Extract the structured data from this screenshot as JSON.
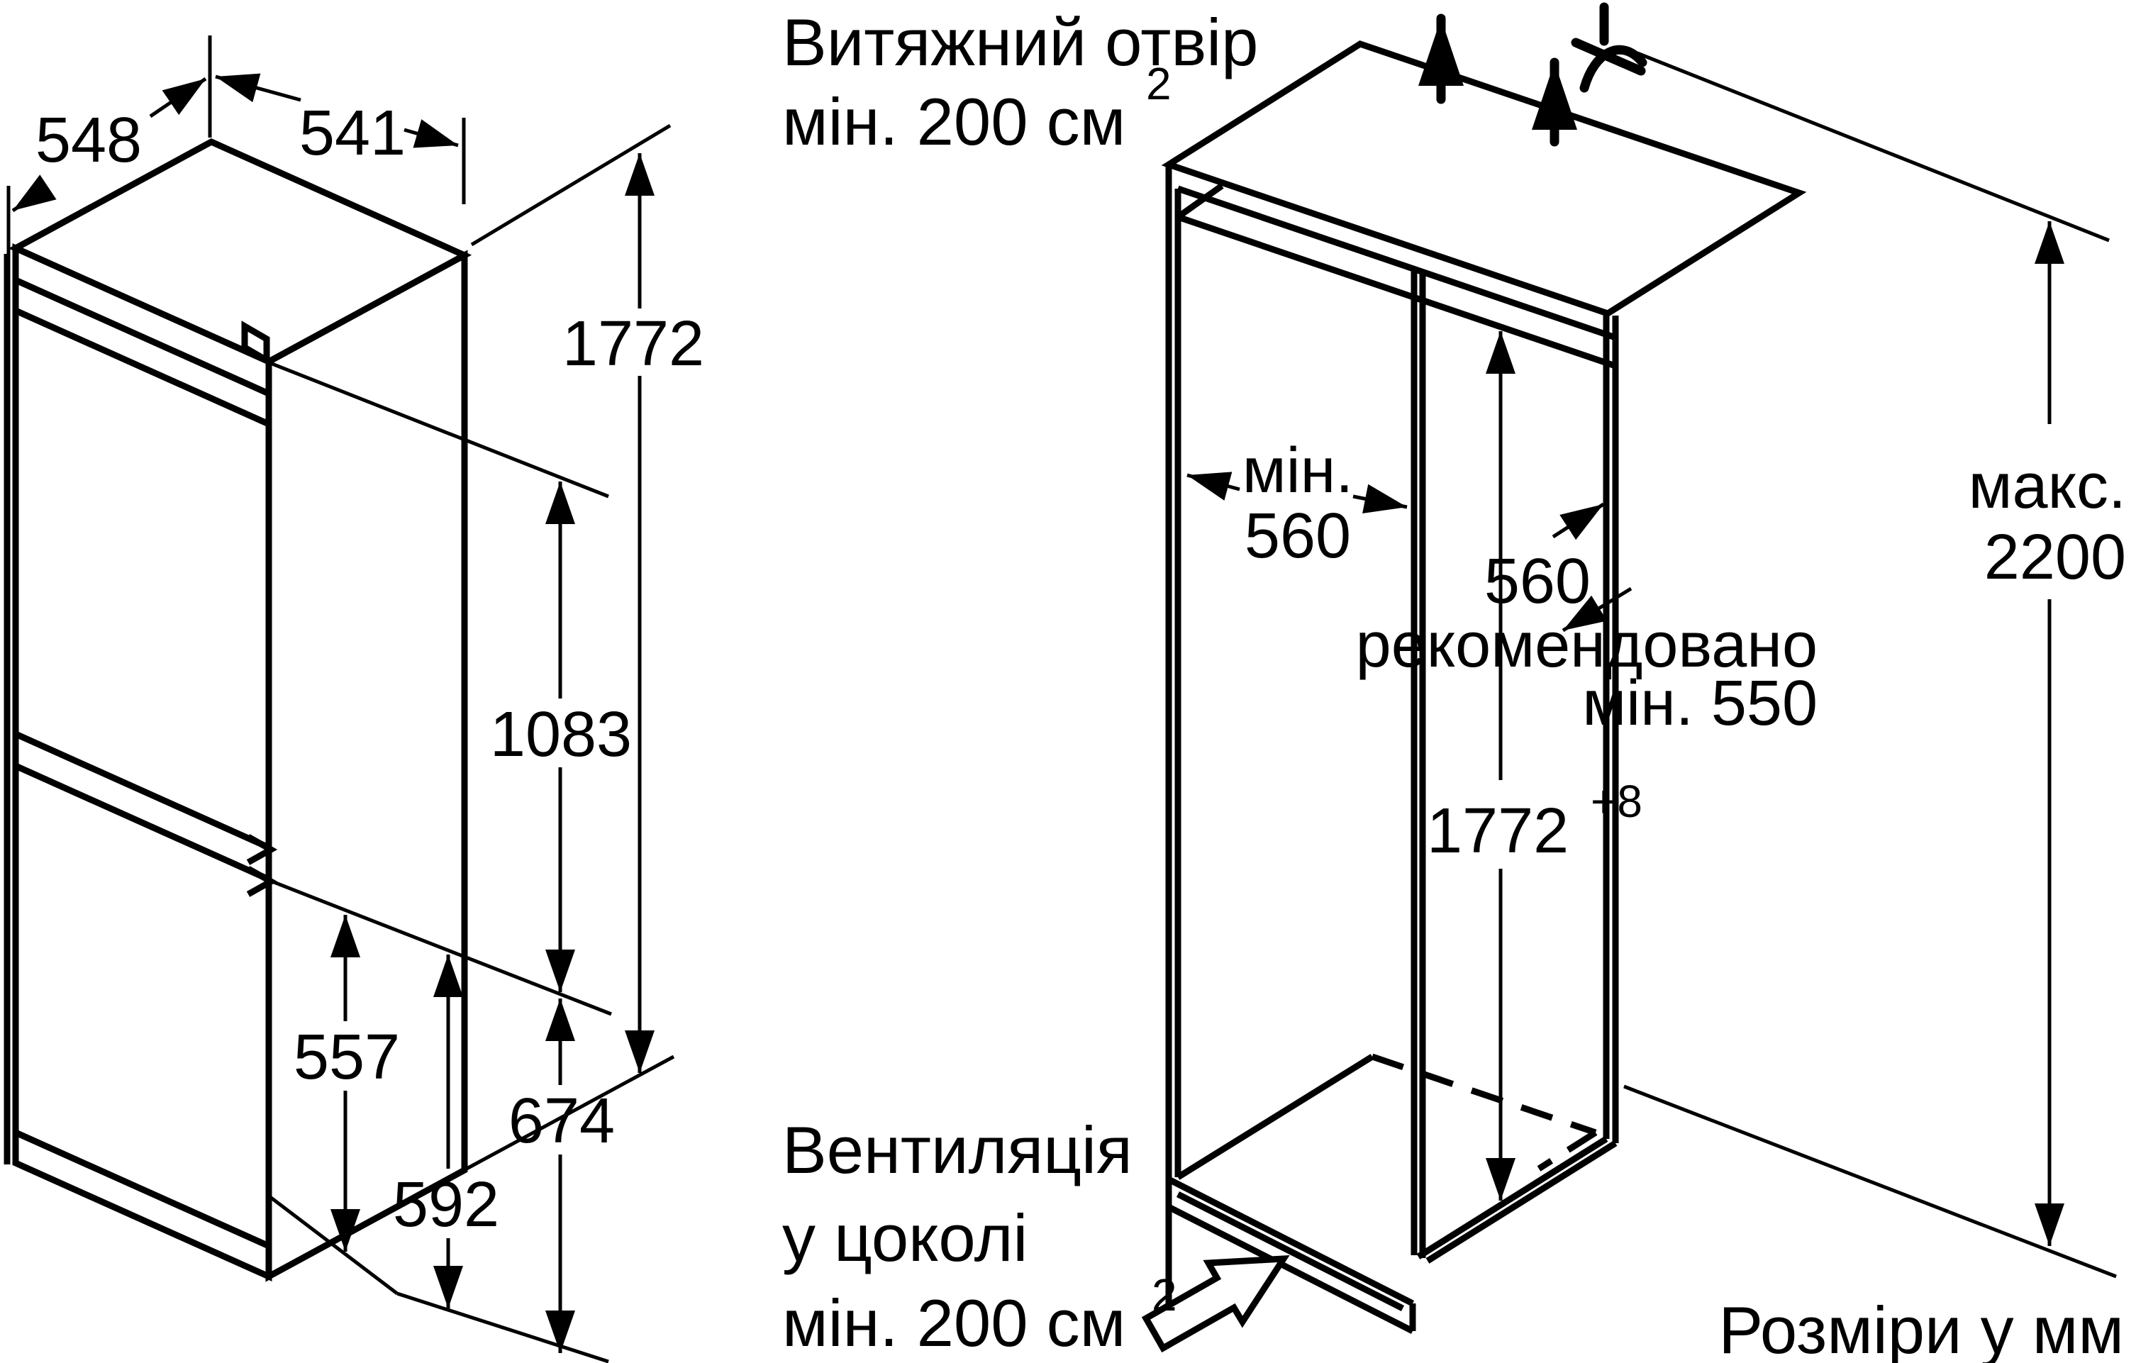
{
  "labels": {
    "top_vent": {
      "line1": "Витяжний отвір",
      "line2": "мін. 200 см",
      "sup": "2"
    },
    "base_vent": {
      "line1": "Вентиляція",
      "line2": "у цоколі",
      "line3": "мін. 200 см",
      "sup": "2"
    },
    "units": "Розміри у мм"
  },
  "fridge_dims": {
    "depth": "548",
    "width": "541",
    "height": "1772",
    "upper_door": "1083",
    "lower_door": "557",
    "base": "592",
    "bottom_section": "674"
  },
  "niche_dims": {
    "inner_width_word": "мін.",
    "inner_width_value": "560",
    "depth_value": "560",
    "depth_note": "рекомендовано",
    "depth_min": "мін. 550",
    "height": "1772",
    "height_tolerance": "+8",
    "max_word": "макс.",
    "max_value": "2200"
  }
}
